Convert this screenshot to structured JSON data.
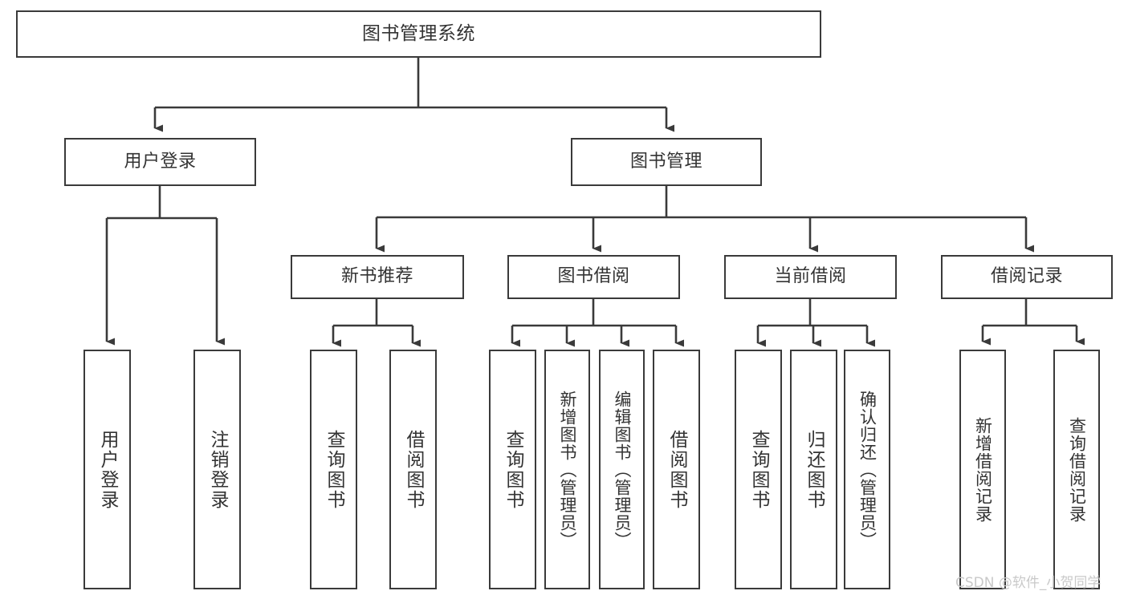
{
  "diagram": {
    "type": "tree-hierarchy",
    "title": "图书管理系统",
    "orientation": "top-down",
    "colors": {
      "box_border": "#3a3a3a",
      "box_fill": "#ffffff",
      "text": "#333333",
      "connector": "#3a3a3a",
      "background": "#ffffff",
      "watermark": "#c9c9c9"
    },
    "nodes": {
      "root": {
        "label": "图书管理系统"
      },
      "level2": [
        {
          "label": "用户登录"
        },
        {
          "label": "图书管理"
        }
      ],
      "level3": [
        {
          "label": "新书推荐"
        },
        {
          "label": "图书借阅"
        },
        {
          "label": "当前借阅"
        },
        {
          "label": "借阅记录"
        }
      ],
      "leaves_user_login": [
        {
          "label": "用户登录"
        },
        {
          "label": "注销登录"
        }
      ],
      "leaves_new_book": [
        {
          "label": "查询图书"
        },
        {
          "label": "借阅图书"
        }
      ],
      "leaves_borrow": [
        {
          "label": "查询图书"
        },
        {
          "label": "新增图书（管理员）"
        },
        {
          "label": "编辑图书（管理员）"
        },
        {
          "label": "借阅图书"
        }
      ],
      "leaves_current": [
        {
          "label": "查询图书"
        },
        {
          "label": "归还图书"
        },
        {
          "label": "确认归还（管理员）"
        }
      ],
      "leaves_records": [
        {
          "label": "新增借阅记录"
        },
        {
          "label": "查询借阅记录"
        }
      ]
    },
    "watermark": "CSDN @软件_小贺同学"
  }
}
